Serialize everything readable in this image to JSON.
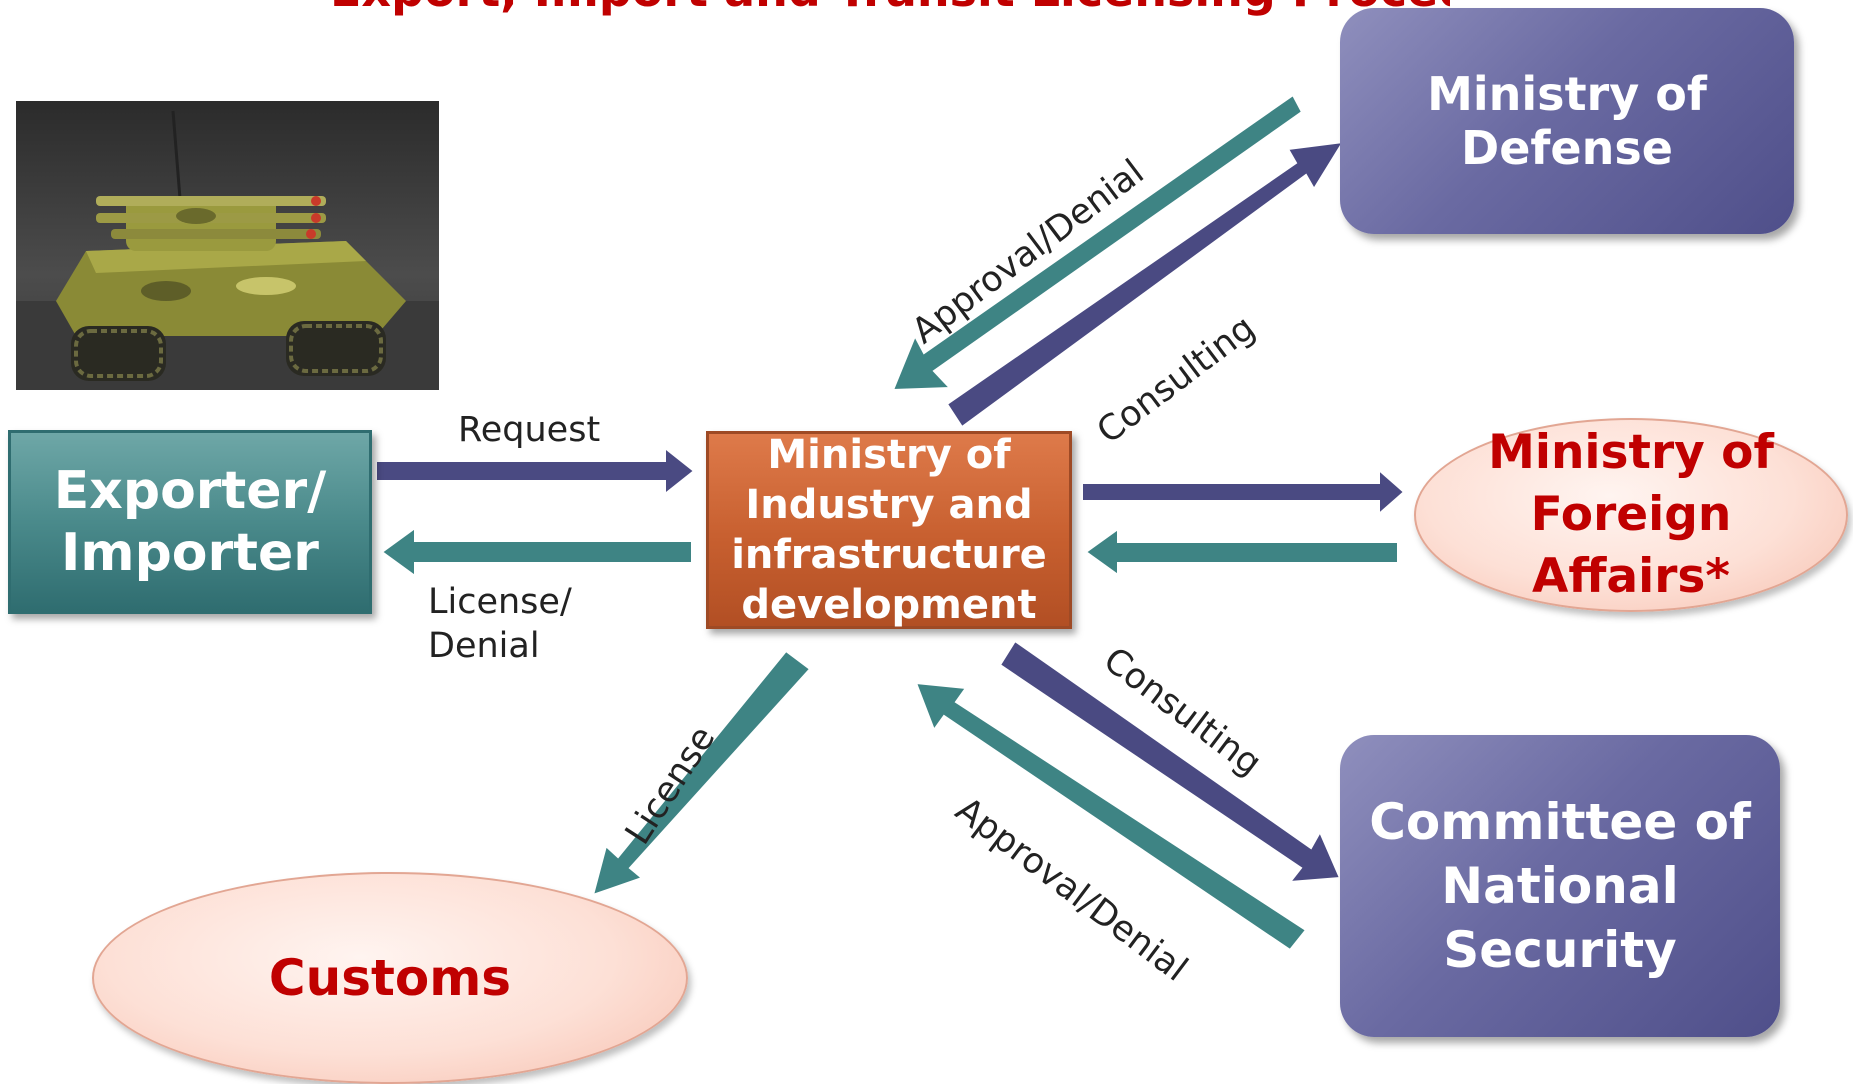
{
  "title": "Export, Import and Transit Licensing Procedure",
  "nodes": {
    "defense": "Ministry of\nDefense",
    "exporter": "Exporter/\nImporter",
    "ministry_industry": "Ministry  of\nIndustry and\ninfrastructure\ndevelopment",
    "foreign_affairs": "Ministry of\nForeign\nAffairs*",
    "customs": "Customs",
    "national_security": "Committee of\nNational\nSecurity"
  },
  "edge_labels": {
    "approval_denial_top": "Approval/Denial",
    "consulting_top": "Consulting",
    "request": "Request",
    "license_denial": "License/\nDenial",
    "license": "License",
    "consulting_bottom": "Consulting",
    "approval_denial_bottom": "Approval/Denial"
  },
  "colors": {
    "purple_arrow": "#4a4a82",
    "teal_arrow": "#3e8484",
    "title_red": "#c00000"
  }
}
